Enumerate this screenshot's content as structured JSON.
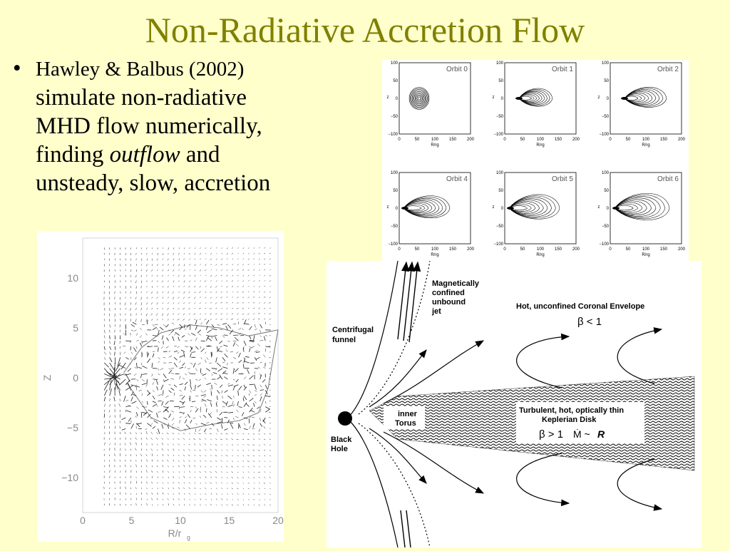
{
  "slide": {
    "title": "Non-Radiative Accretion Flow",
    "bullet": {
      "marker": "•",
      "line1": "Hawley & Balbus (2002)",
      "line2": "simulate non-radiative",
      "line3": "MHD flow numerically,",
      "line4_pre": "finding ",
      "line4_em": "outflow",
      "line4_post": " and",
      "line5": "unsteady, slow, accretion"
    }
  },
  "orbit_panels": {
    "labels": [
      "Orbit 0",
      "Orbit 1",
      "Orbit 2",
      "Orbit 4",
      "Orbit 5",
      "Orbit 6"
    ],
    "x_ticks": [
      "0",
      "50",
      "100",
      "150",
      "200"
    ],
    "y_ticks": [
      "100",
      "50",
      "0",
      "−50",
      "−100"
    ],
    "x_label": "R/rg",
    "y_label": "z"
  },
  "vector_plot": {
    "y_ticks": [
      "10",
      "5",
      "0",
      "−5",
      "−10"
    ],
    "x_ticks": [
      "0",
      "5",
      "10",
      "15",
      "20"
    ],
    "y_label": "Z",
    "x_label": "R/r",
    "x_label_sub": "g"
  },
  "schematic": {
    "jet_label": [
      "Magnetically",
      "confined",
      "unbound",
      "jet"
    ],
    "funnel_label": [
      "Centrifugal",
      "funnel"
    ],
    "corona_label": "Hot, unconfined Coronal Envelope",
    "corona_beta": "β < 1",
    "torus_label": [
      "inner",
      "Torus"
    ],
    "disk_label": [
      "Turbulent, hot, optically thin",
      "Keplerian Disk"
    ],
    "disk_beta": "β > 1",
    "disk_mdot": "Ṁ ~",
    "disk_mdot_r": "R",
    "bh_label": [
      "Black",
      "Hole"
    ]
  }
}
